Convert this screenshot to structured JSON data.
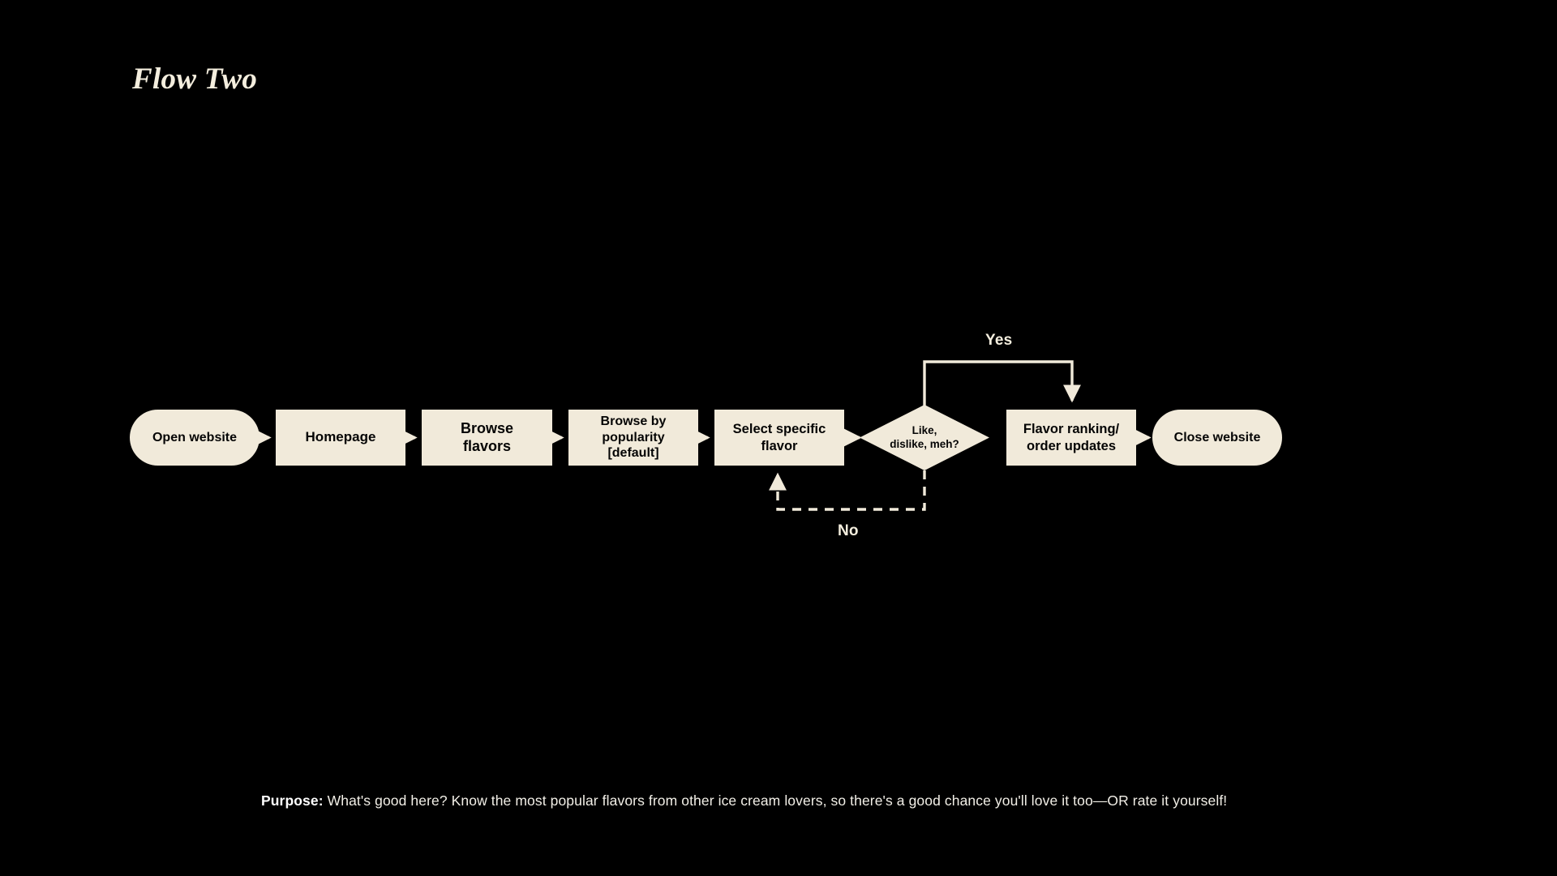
{
  "title": "Flow Two",
  "colors": {
    "background": "#000000",
    "node_fill": "#F1EADA",
    "node_text": "#050505",
    "title_text": "#F4EEDE",
    "connector": "#F1EADA",
    "label_text": "#F4EEDE"
  },
  "flow": {
    "nodes": [
      {
        "id": "open-website",
        "label": "Open website",
        "shape": "terminal"
      },
      {
        "id": "homepage",
        "label": "Homepage",
        "shape": "process"
      },
      {
        "id": "browse-flavors",
        "label": "Browse\nflavors",
        "shape": "process"
      },
      {
        "id": "browse-popularity",
        "label": "Browse by\npopularity\n[default]",
        "shape": "process"
      },
      {
        "id": "select-flavor",
        "label": "Select specific\nflavor",
        "shape": "process"
      },
      {
        "id": "rating-decision",
        "label": "Like,\ndislike, meh?",
        "shape": "decision"
      },
      {
        "id": "flavor-ranking",
        "label": "Flavor ranking/\norder updates",
        "shape": "process"
      },
      {
        "id": "close-website",
        "label": "Close website",
        "shape": "terminal"
      }
    ],
    "branches": {
      "yes_label": "Yes",
      "no_label": "No"
    }
  },
  "purpose": {
    "key": "Purpose:",
    "text": " What's good here? Know the most popular flavors from other ice cream lovers, so there's a good chance you'll love it too—OR rate it yourself!"
  }
}
